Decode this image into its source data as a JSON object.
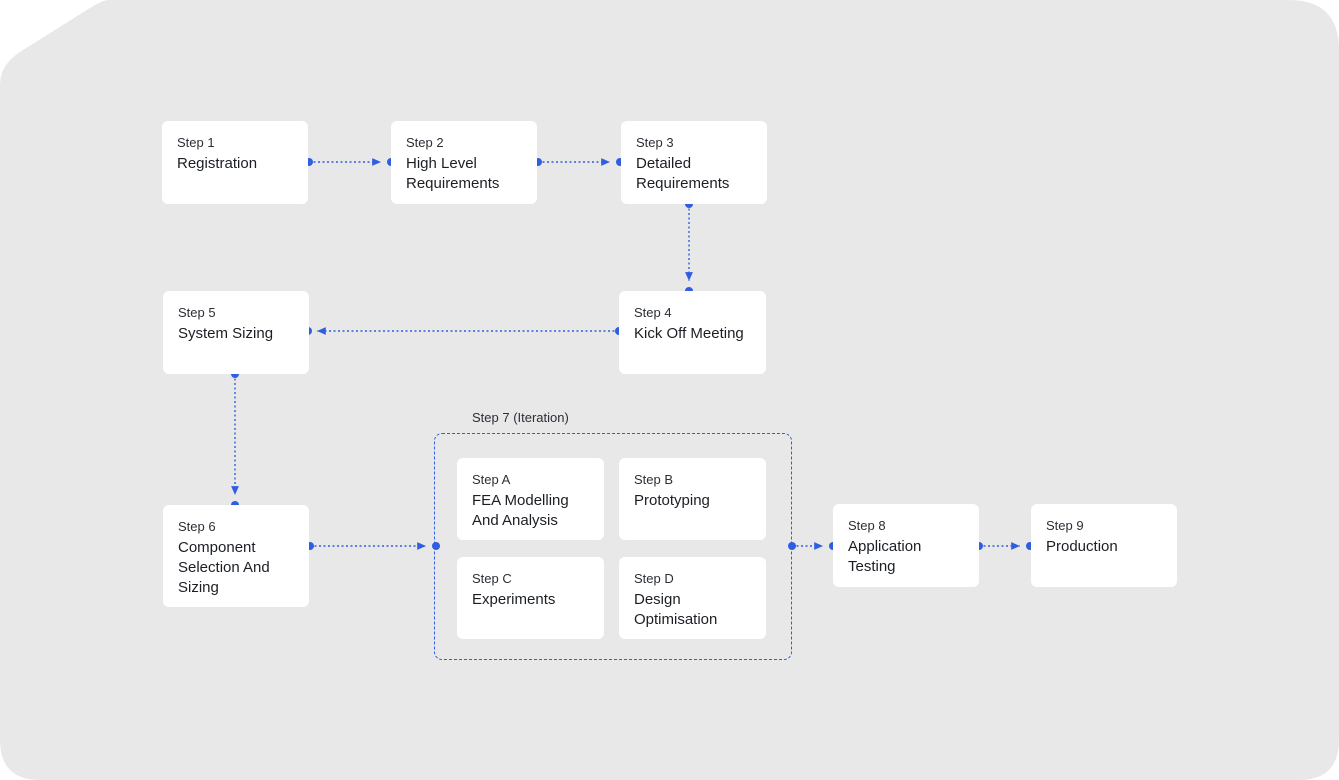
{
  "colors": {
    "background": "#e8e8e8",
    "card": "#ffffff",
    "connector": "#2f5ee0",
    "text": "#1f2328"
  },
  "steps": {
    "s1": {
      "step": "Step 1",
      "title": "Registration"
    },
    "s2": {
      "step": "Step 2",
      "title": "High Level Requirements"
    },
    "s3": {
      "step": "Step 3",
      "title": "Detailed Requirements"
    },
    "s4": {
      "step": "Step 4",
      "title": "Kick Off Meeting"
    },
    "s5": {
      "step": "Step 5",
      "title": "System Sizing"
    },
    "s6": {
      "step": "Step 6",
      "title": "Component Selection And Sizing"
    },
    "sA": {
      "step": "Step A",
      "title": "FEA Modelling And Analysis"
    },
    "sB": {
      "step": "Step B",
      "title": "Prototyping"
    },
    "sC": {
      "step": "Step C",
      "title": "Experiments"
    },
    "sD": {
      "step": "Step D",
      "title": "Design Optimisation"
    },
    "s8": {
      "step": "Step 8",
      "title": "Application Testing"
    },
    "s9": {
      "step": "Step 9",
      "title": "Production"
    }
  },
  "group": {
    "label": "Step 7  (Iteration)"
  }
}
